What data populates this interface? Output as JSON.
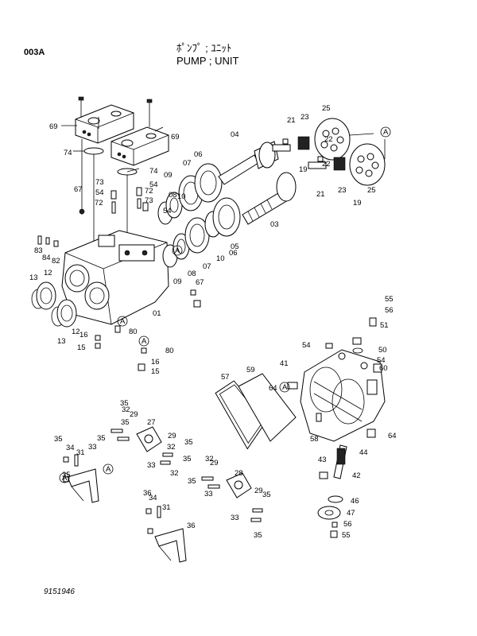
{
  "header": {
    "page_code": "003A",
    "title_ja": "ﾎﾟﾝﾌﾟ ; ﾕﾆｯﾄ",
    "title_en": "PUMP ; UNIT"
  },
  "footer": {
    "drawing_number": "9151946"
  },
  "callouts": [
    "69",
    "69",
    "74",
    "74",
    "67",
    "73",
    "72",
    "72",
    "73",
    "54",
    "54",
    "54",
    "83",
    "84",
    "82",
    "13",
    "12",
    "13",
    "12",
    "16",
    "15",
    "16",
    "15",
    "80",
    "80",
    "01",
    "67",
    "04",
    "03",
    "06",
    "06",
    "07",
    "07",
    "08",
    "08",
    "09",
    "09",
    "10",
    "10",
    "05",
    "21",
    "21",
    "22",
    "22",
    "23",
    "23",
    "25",
    "25",
    "19",
    "19",
    "A",
    "A",
    "A",
    "A",
    "A",
    "A",
    "55",
    "56",
    "51",
    "50",
    "54",
    "54",
    "60",
    "41",
    "64",
    "64",
    "58",
    "44",
    "43",
    "42",
    "46",
    "47",
    "56",
    "55",
    "57",
    "59",
    "27",
    "28",
    "29",
    "29",
    "29",
    "29",
    "31",
    "31",
    "32",
    "32",
    "32",
    "32",
    "33",
    "33",
    "33",
    "33",
    "34",
    "34",
    "35",
    "35",
    "35",
    "35",
    "35",
    "35",
    "35",
    "35",
    "35",
    "35",
    "36",
    "36",
    "A"
  ]
}
